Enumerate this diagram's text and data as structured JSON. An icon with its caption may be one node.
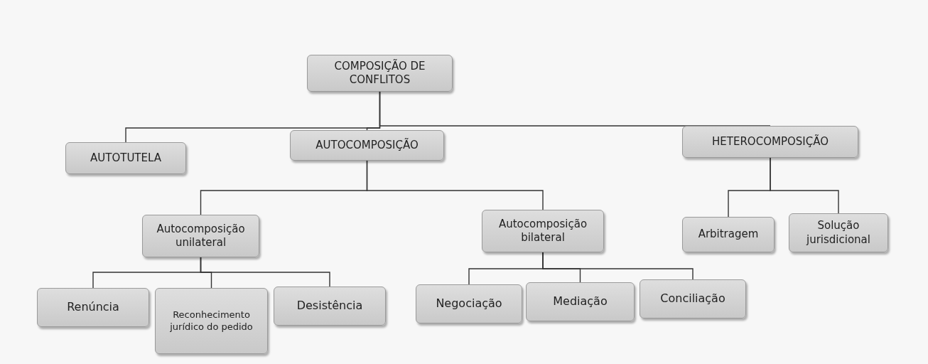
{
  "diagram": {
    "nodes": [
      {
        "text": [
          "COMPOSIÇÃO DE CONFLITOS"
        ]
      },
      {
        "text": [
          "AUTOTUTELA"
        ]
      },
      {
        "text": [
          "AUTOCOMPOSIÇÃO"
        ]
      },
      {
        "text": [
          "HETEROCOMPOSIÇÃO"
        ]
      },
      {
        "text": [
          "Autocomposição unilateral"
        ]
      },
      {
        "text": [
          "Autocomposição bilateral"
        ]
      },
      {
        "text": [
          "Arbitragem"
        ]
      },
      {
        "text": [
          "Solução jurisdicional"
        ]
      },
      {
        "text": [
          "Renúncia"
        ]
      },
      {
        "text": [
          "Reconhecimento jurídico do pedido"
        ]
      },
      {
        "text": [
          "Desistência"
        ]
      },
      {
        "text": [
          "Negociação"
        ]
      },
      {
        "text": [
          "Mediação"
        ]
      },
      {
        "text": [
          "Conciliação"
        ]
      }
    ],
    "edges": [
      {
        "from": 0,
        "to": 1,
        "arrow": "none"
      },
      {
        "from": 0,
        "to": 2,
        "arrow": "none"
      },
      {
        "from": 0,
        "to": 3,
        "arrow": "none"
      },
      {
        "from": 2,
        "to": 4,
        "arrow": "none"
      },
      {
        "from": 2,
        "to": 5,
        "arrow": "none"
      },
      {
        "from": 3,
        "to": 6,
        "arrow": "none"
      },
      {
        "from": 3,
        "to": 7,
        "arrow": "none"
      },
      {
        "from": 4,
        "to": 8,
        "arrow": "none"
      },
      {
        "from": 4,
        "to": 9,
        "arrow": "none"
      },
      {
        "from": 4,
        "to": 10,
        "arrow": "none"
      },
      {
        "from": 5,
        "to": 11,
        "arrow": "none"
      },
      {
        "from": 5,
        "to": 12,
        "arrow": "none"
      },
      {
        "from": 5,
        "to": 13,
        "arrow": "none"
      }
    ]
  }
}
